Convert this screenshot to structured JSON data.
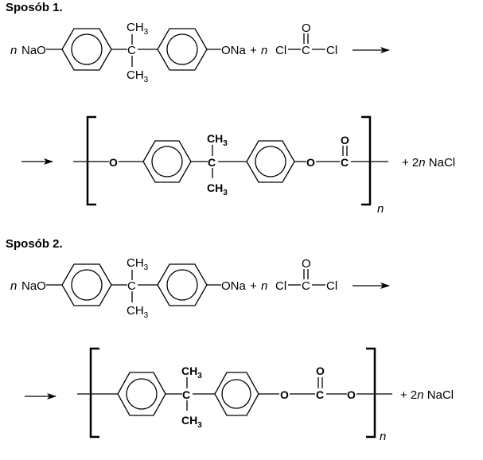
{
  "sections": [
    {
      "title": "Sposób 1.",
      "reactant1": {
        "coef": "n",
        "left_group": "NaO",
        "right_group": "ONa",
        "methyl_top": "CH",
        "methyl_bottom": "CH",
        "sub": "3",
        "center": "C"
      },
      "plus": "+",
      "reactant2": {
        "coef": "n",
        "left": "Cl",
        "center": "C",
        "right": "Cl",
        "top": "O"
      },
      "product": {
        "left_O": "O",
        "center": "C",
        "methyl_top": "CH",
        "methyl_bottom": "CH",
        "sub": "3",
        "right_O": "O",
        "carbonyl_C": "C",
        "carbonyl_O": "O",
        "repeat": "n"
      },
      "byproduct": {
        "plus": "+ 2",
        "coef": "n",
        "formula": " NaCl"
      }
    },
    {
      "title": "Sposób 2.",
      "reactant1": {
        "coef": "n",
        "left_group": "NaO",
        "right_group": "ONa",
        "methyl_top": "CH",
        "methyl_bottom": "CH",
        "sub": "3",
        "center": "C"
      },
      "plus": "+",
      "reactant2": {
        "coef": "n",
        "left": "Cl",
        "center": "C",
        "right": "Cl",
        "top": "O"
      },
      "product": {
        "center": "C",
        "methyl_top": "CH",
        "methyl_bottom": "CH",
        "sub": "3",
        "O1": "O",
        "carbonyl_C": "C",
        "carbonyl_O": "O",
        "O2": "O",
        "repeat": "n"
      },
      "byproduct": {
        "plus": "+ 2",
        "coef": "n",
        "formula": " NaCl"
      }
    }
  ]
}
